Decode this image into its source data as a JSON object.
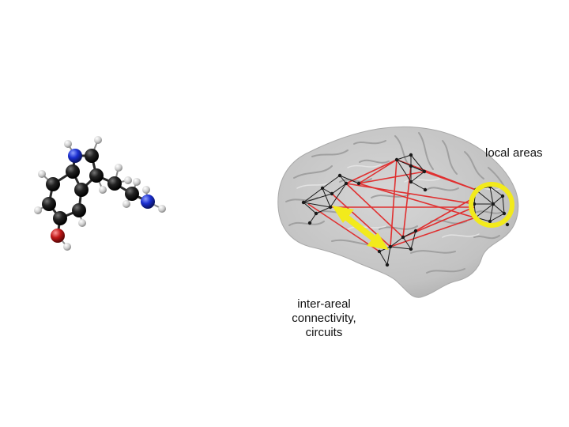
{
  "labels": {
    "local_areas": "local areas",
    "inter_areal": [
      "inter-areal",
      "connectivity,",
      "circuits"
    ]
  },
  "colors": {
    "background": "#ffffff",
    "brain_base": "#c8c8c8",
    "brain_fold": "#9a9a9a",
    "connection": "#e03030",
    "highlight": "#f2ea1c",
    "atom_carbon": "#111111",
    "atom_nitrogen": "#1a2ed0",
    "atom_oxygen": "#c01818",
    "atom_hydrogen": "#d8d8d8"
  },
  "icons": {
    "molecule": "serotonin-ball-and-stick-molecule",
    "brain": "brain-lateral-view-illustration"
  }
}
